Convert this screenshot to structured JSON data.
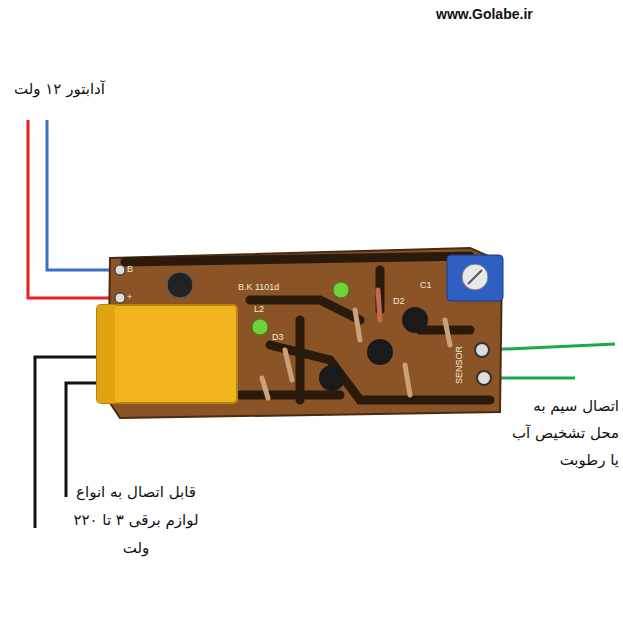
{
  "diagram": {
    "labels": [
      "www.Golabe.ir",
      "آدابتور ۱۲ ولت",
      "B",
      "+",
      "B.K 1101d",
      "L2",
      "D3",
      "D2",
      "C1",
      "SENSOR",
      "اتصال سیم به محل تشخیص آب یا رطوبت",
      "قابل اتصال به انواع لوازم برقی ۳ تا ۲۲۰ ولت"
    ]
  }
}
